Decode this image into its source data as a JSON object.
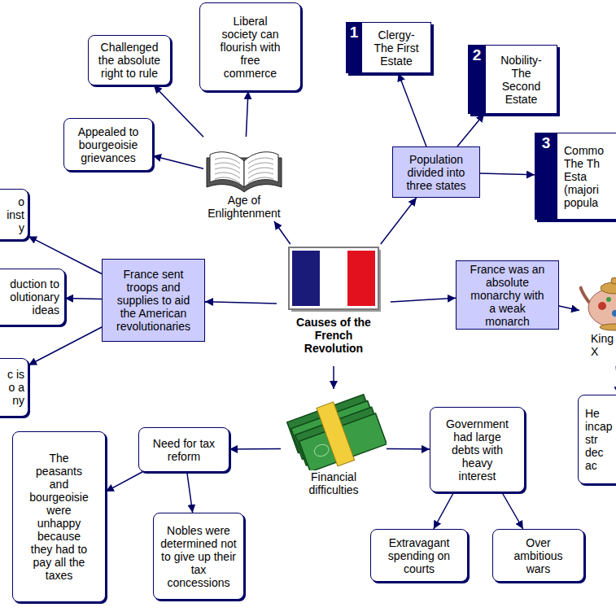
{
  "diagram": {
    "nodes": [
      {
        "text": [
          "Challenged the absolute right to rule"
        ]
      },
      {
        "text": [
          "Liberal society can flourish with free commerce"
        ]
      },
      {
        "text": [
          "1",
          "Clergy- The First Estate"
        ]
      },
      {
        "text": [
          "2",
          "Nobility- The Second Estate"
        ]
      },
      {
        "text": [
          "Appealed to bourgeoisie grievances"
        ]
      },
      {
        "text": [
          "Age of Enlightenment"
        ]
      },
      {
        "text": [
          "Population divided into three states"
        ]
      },
      {
        "text": [
          "3",
          "Commo The Th Esta (majori popula"
        ]
      },
      {
        "text": [
          "o inst y"
        ]
      },
      {
        "text": [
          "duction to olutionary ideas"
        ]
      },
      {
        "text": [
          "France sent troops and supplies to aid the American revolutionaries"
        ]
      },
      {
        "text": [
          "Causes of the French Revolution"
        ]
      },
      {
        "text": [
          "France was an absolute monarchy with a weak monarch"
        ]
      },
      {
        "text": [
          "King X"
        ]
      },
      {
        "text": [
          "c is o a ny"
        ]
      },
      {
        "text": [
          "Need for tax reform"
        ]
      },
      {
        "text": [
          "Financial difficulties"
        ]
      },
      {
        "text": [
          "Government had large debts with heavy interest"
        ]
      },
      {
        "text": [
          "He incap str dec ac"
        ]
      },
      {
        "text": [
          "The peasants and bourgeoisie were unhappy because they had to pay all the taxes"
        ]
      },
      {
        "text": [
          "Nobles were determined not to give up their tax concessions"
        ]
      },
      {
        "text": [
          "Extravagant spending on courts"
        ]
      },
      {
        "text": [
          "Over ambitious wars"
        ]
      }
    ],
    "edges": [
      {
        "from": 11,
        "to": 5,
        "arrow": "to"
      },
      {
        "from": 5,
        "to": 0,
        "arrow": "to"
      },
      {
        "from": 5,
        "to": 1,
        "arrow": "to"
      },
      {
        "from": 5,
        "to": 4,
        "arrow": "to"
      },
      {
        "from": 11,
        "to": 6,
        "arrow": "to"
      },
      {
        "from": 6,
        "to": 2,
        "arrow": "to"
      },
      {
        "from": 6,
        "to": 3,
        "arrow": "to"
      },
      {
        "from": 6,
        "to": 7,
        "arrow": "to"
      },
      {
        "from": 11,
        "to": 10,
        "arrow": "to"
      },
      {
        "from": 10,
        "to": 8,
        "arrow": "to"
      },
      {
        "from": 10,
        "to": 9,
        "arrow": "to"
      },
      {
        "from": 10,
        "to": 14,
        "arrow": "to"
      },
      {
        "from": 11,
        "to": 12,
        "arrow": "to"
      },
      {
        "from": 12,
        "to": 13,
        "arrow": "to"
      },
      {
        "from": 13,
        "to": 18,
        "arrow": "to"
      },
      {
        "from": 11,
        "to": 16,
        "arrow": "to"
      },
      {
        "from": 16,
        "to": 15,
        "arrow": "to"
      },
      {
        "from": 16,
        "to": 17,
        "arrow": "to"
      },
      {
        "from": 15,
        "to": 19,
        "arrow": "to"
      },
      {
        "from": 15,
        "to": 20,
        "arrow": "to"
      },
      {
        "from": 17,
        "to": 21,
        "arrow": "to"
      },
      {
        "from": 17,
        "to": 22,
        "arrow": "to"
      }
    ]
  }
}
